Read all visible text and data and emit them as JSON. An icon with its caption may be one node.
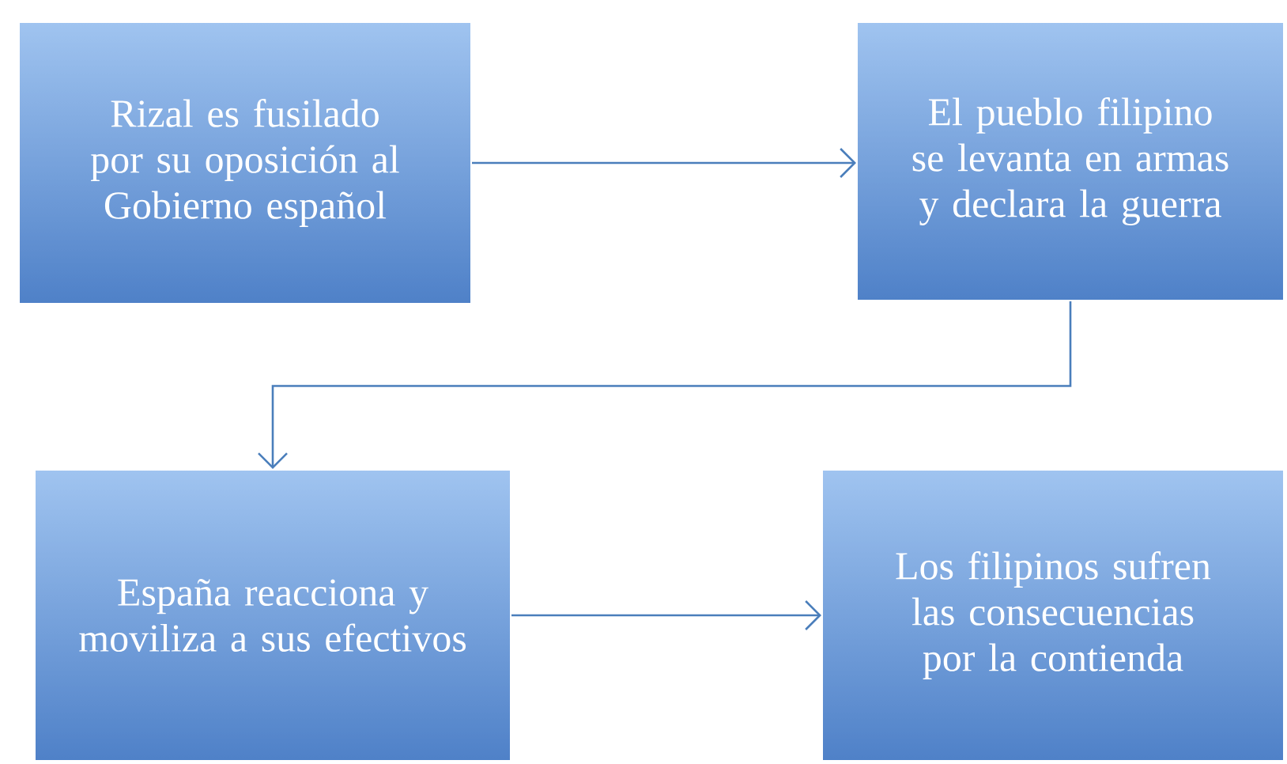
{
  "diagram": {
    "nodes": [
      {
        "text": [
          "Rizal es fusilado por su oposición al Gobierno español"
        ]
      },
      {
        "text": [
          "El pueblo filipino se levanta en armas y declara la guerra"
        ]
      },
      {
        "text": [
          "España reacciona y moviliza a sus efectivos"
        ]
      },
      {
        "text": [
          "Los filipinos sufren las consecuencias por la contienda"
        ]
      }
    ],
    "edges": [
      {
        "from": 0,
        "to": 1,
        "arrow": "to"
      },
      {
        "from": 1,
        "to": 2,
        "arrow": "to"
      },
      {
        "from": 2,
        "to": 3,
        "arrow": "to"
      }
    ]
  }
}
